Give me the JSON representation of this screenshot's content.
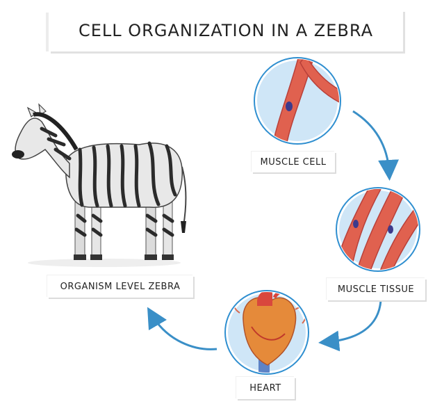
{
  "title": "CELL ORGANIZATION IN A ZEBRA",
  "labels": {
    "muscle_cell": "MUSCLE CELL",
    "muscle_tissue": "MUSCLE TISSUE",
    "heart": "HEART",
    "organism": "ORGANISM LEVEL ZEBRA"
  },
  "colors": {
    "arrow": "#3a8fc7",
    "circle_bg": "#cfe6f7",
    "circle_border": "#2f8fd0",
    "muscle_red": "#e0614f",
    "nucleus": "#3d3a8c"
  },
  "icons": [
    "zebra-illustration",
    "muscle-cell-icon",
    "muscle-tissue-icon",
    "heart-icon",
    "arrow-icon"
  ]
}
